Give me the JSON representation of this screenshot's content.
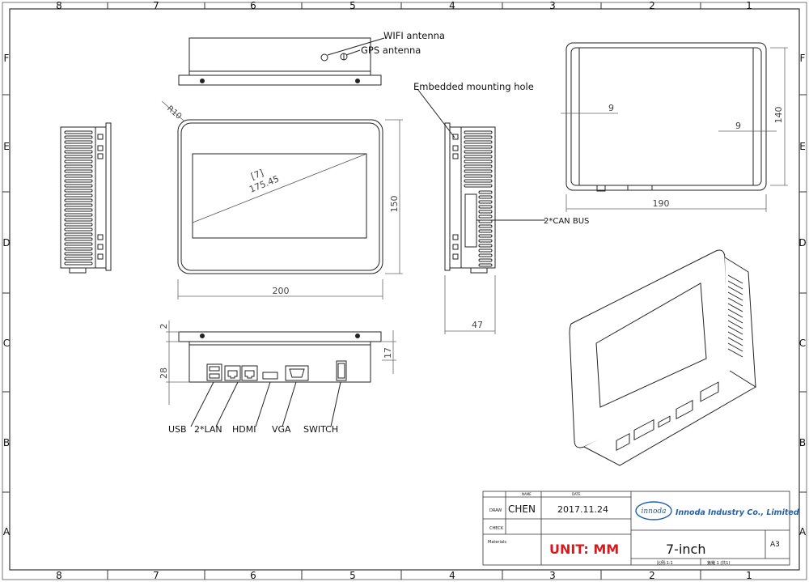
{
  "border": {
    "columns": [
      "8",
      "7",
      "6",
      "5",
      "4",
      "3",
      "2",
      "1"
    ],
    "rows": [
      "F",
      "E",
      "D",
      "C",
      "B",
      "A"
    ]
  },
  "callouts": {
    "wifi": "WIFI antenna",
    "gps": "GPS antenna",
    "mount": "Embedded mounting hole",
    "can": "2*CAN BUS",
    "usb": "USB",
    "lan": "2*LAN",
    "hdmi": "HDMI",
    "vga": "VGA",
    "switch": "SWITCH"
  },
  "dimensions": {
    "radius": "R10",
    "diag_inch": "[7]",
    "diag": "175.45",
    "height": "150",
    "width": "200",
    "depth": "47",
    "bottom_2": "2",
    "bottom_28": "28",
    "bottom_17": "17",
    "back_9a": "9",
    "back_9b": "9",
    "back_140": "140",
    "back_190": "190"
  },
  "title_block": {
    "name_hdr": "NAME",
    "date_hdr": "DATE",
    "draw_lbl": "DRAW",
    "draw_name": "CHEN",
    "date": "2017.11.24",
    "check_lbl": "CHECK",
    "materials_lbl": "Materials",
    "logo": "innoda",
    "company": "Innoda Industry Co., Limited",
    "unit": "UNIT:  MM",
    "product": "7-inch",
    "size": "A3",
    "scale": "比例:1:1",
    "sheet": "第幾 1 (共1)"
  },
  "colors": {
    "line": "#222222",
    "dim_line": "#666666",
    "unit_red": "#e0161b",
    "logo_blue": "#1d5fb0"
  }
}
